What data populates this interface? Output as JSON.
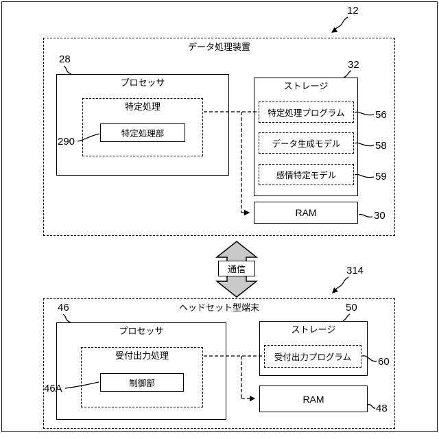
{
  "figure": {
    "top": {
      "ref": "12",
      "title": "データ処理装置",
      "processor": {
        "ref": "28",
        "title": "プロセッサ",
        "process": {
          "title": "特定処理",
          "unit_label": "特定処理部",
          "unit_ref": "290"
        }
      },
      "storage": {
        "ref": "32",
        "title": "ストレージ",
        "items": [
          {
            "label": "特定処理プログラム",
            "ref": "56"
          },
          {
            "label": "データ生成モデル",
            "ref": "58"
          },
          {
            "label": "感情特定モデル",
            "ref": "59"
          }
        ]
      },
      "ram": {
        "label": "RAM",
        "ref": "30"
      }
    },
    "link": {
      "label": "通信"
    },
    "bottom": {
      "ref": "314",
      "title": "ヘッドセット型端末",
      "processor": {
        "ref": "46",
        "title": "プロセッサ",
        "process": {
          "title": "受付出力処理",
          "unit_label": "制御部",
          "unit_ref": "46A"
        }
      },
      "storage": {
        "ref": "50",
        "title": "ストレージ",
        "items": [
          {
            "label": "受付出力プログラム",
            "ref": "60"
          }
        ]
      },
      "ram": {
        "label": "RAM",
        "ref": "48"
      }
    },
    "colors": {
      "arrow_fill": "#c9c9c9",
      "line": "#000000"
    }
  }
}
